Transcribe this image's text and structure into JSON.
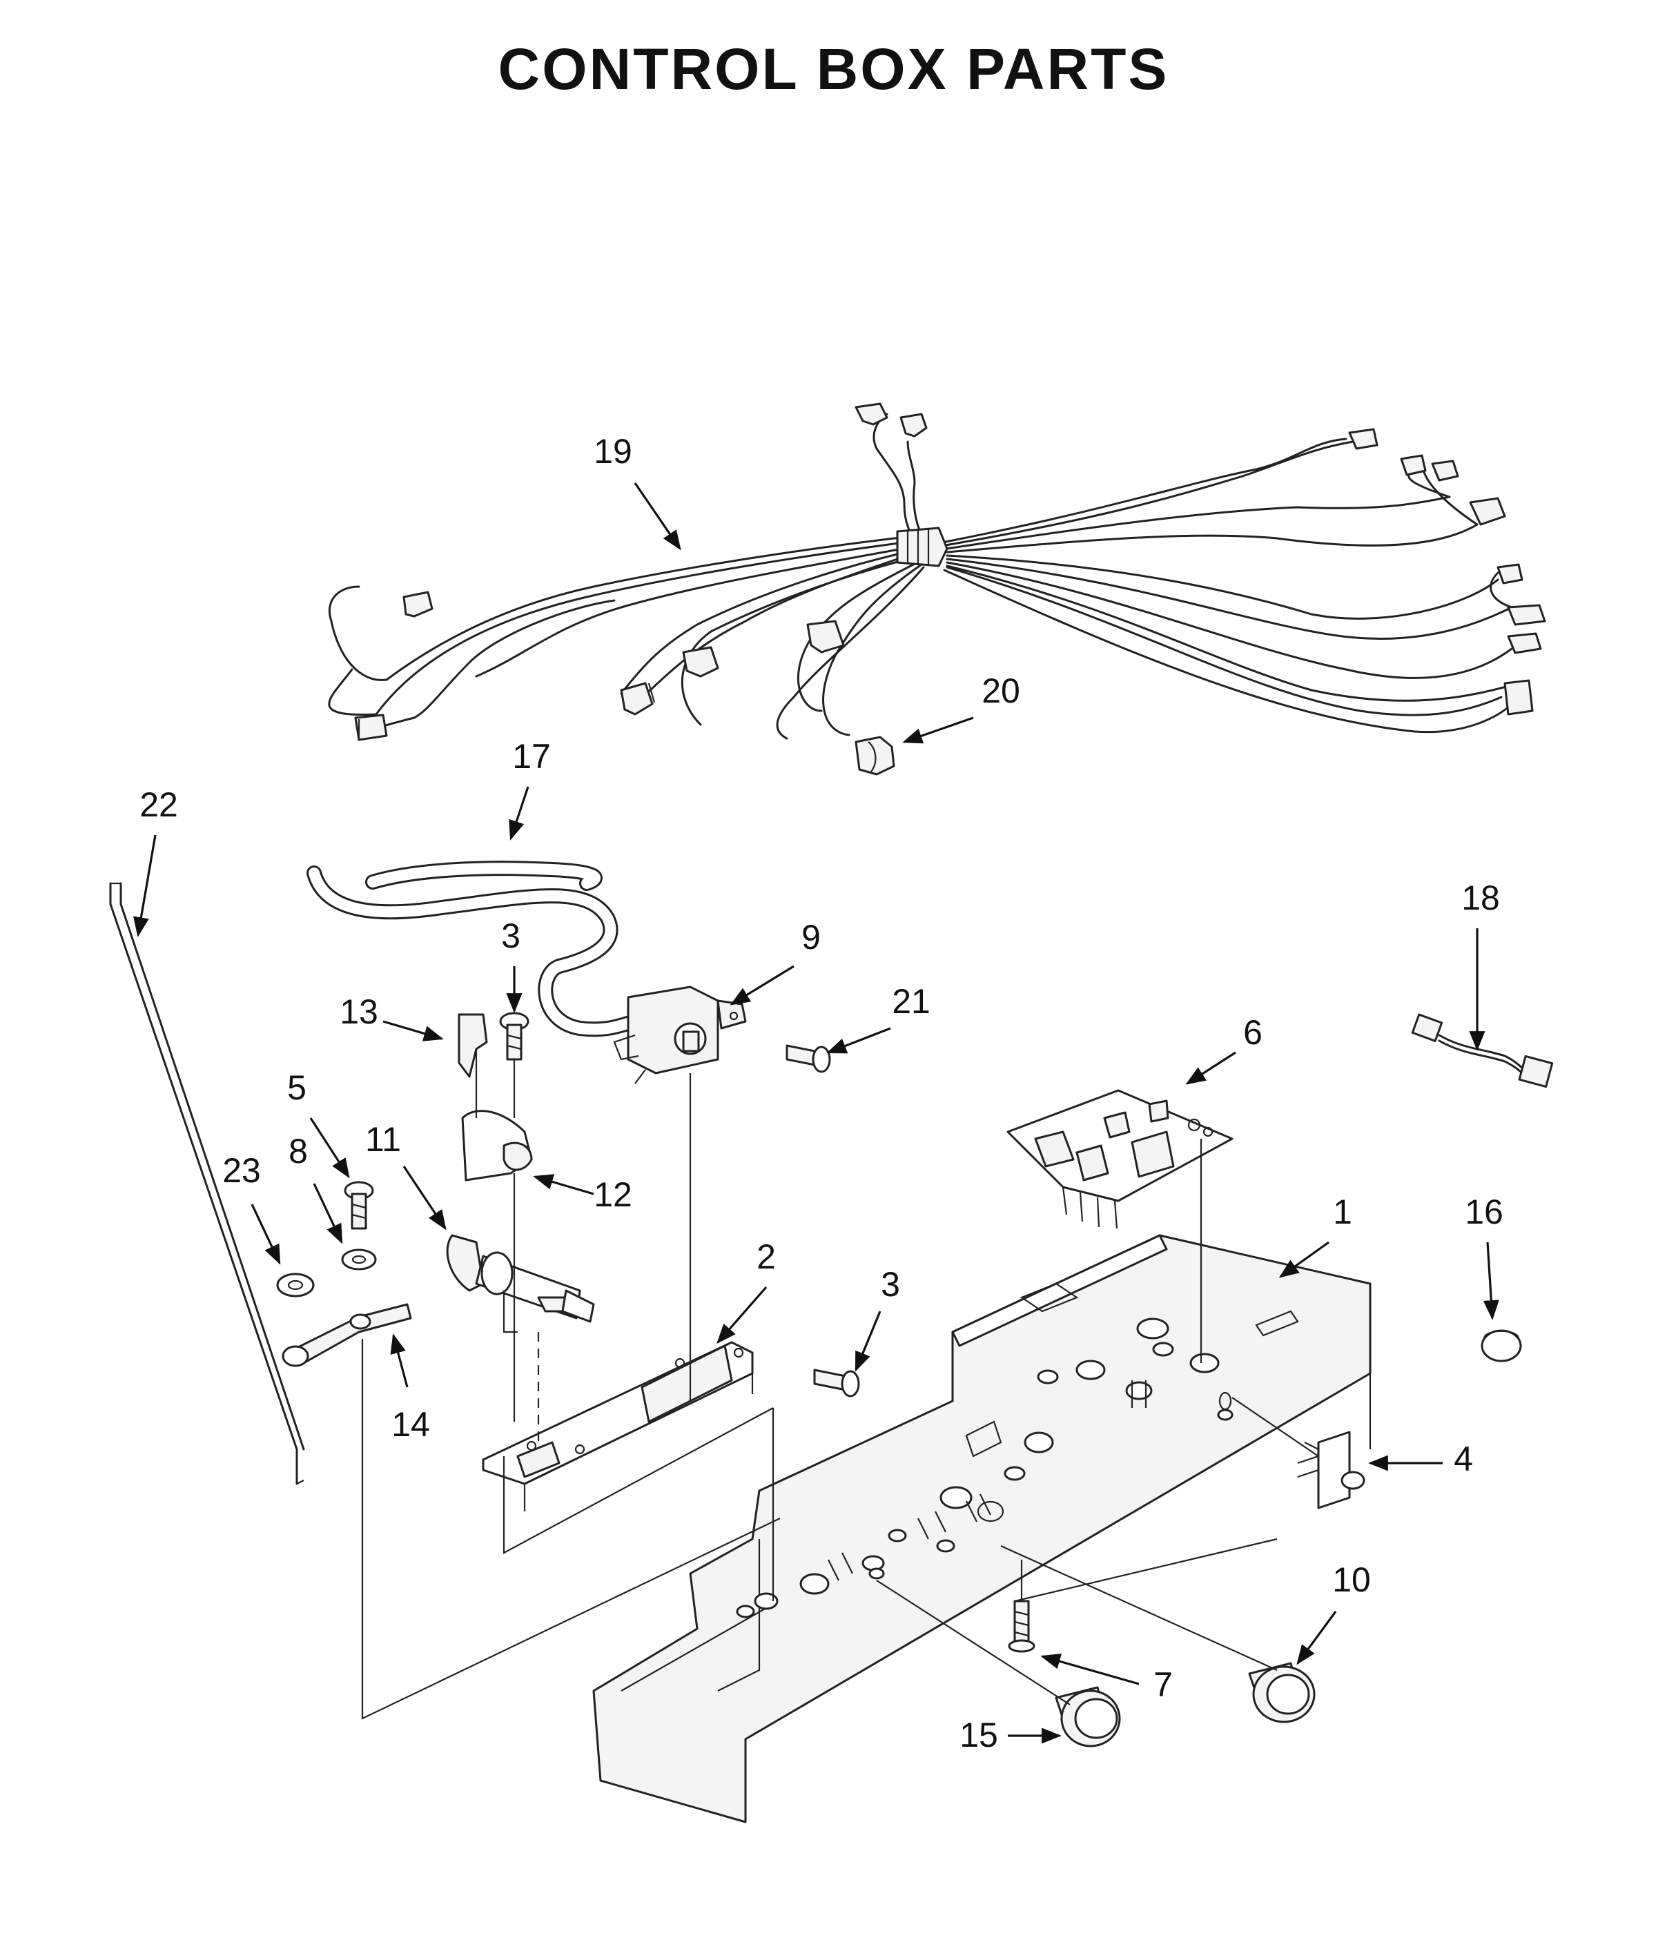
{
  "title": "CONTROL BOX PARTS",
  "callouts": [
    {
      "id": "c1",
      "label": "1"
    },
    {
      "id": "c2",
      "label": "2"
    },
    {
      "id": "c3a",
      "label": "3"
    },
    {
      "id": "c3b",
      "label": "3"
    },
    {
      "id": "c4",
      "label": "4"
    },
    {
      "id": "c5",
      "label": "5"
    },
    {
      "id": "c6",
      "label": "6"
    },
    {
      "id": "c7",
      "label": "7"
    },
    {
      "id": "c8",
      "label": "8"
    },
    {
      "id": "c9",
      "label": "9"
    },
    {
      "id": "c10",
      "label": "10"
    },
    {
      "id": "c11",
      "label": "11"
    },
    {
      "id": "c12",
      "label": "12"
    },
    {
      "id": "c13",
      "label": "13"
    },
    {
      "id": "c14",
      "label": "14"
    },
    {
      "id": "c15",
      "label": "15"
    },
    {
      "id": "c16",
      "label": "16"
    },
    {
      "id": "c17",
      "label": "17"
    },
    {
      "id": "c18",
      "label": "18"
    },
    {
      "id": "c19",
      "label": "19"
    },
    {
      "id": "c20",
      "label": "20"
    },
    {
      "id": "c21",
      "label": "21"
    },
    {
      "id": "c22",
      "label": "22"
    },
    {
      "id": "c23",
      "label": "23"
    }
  ]
}
